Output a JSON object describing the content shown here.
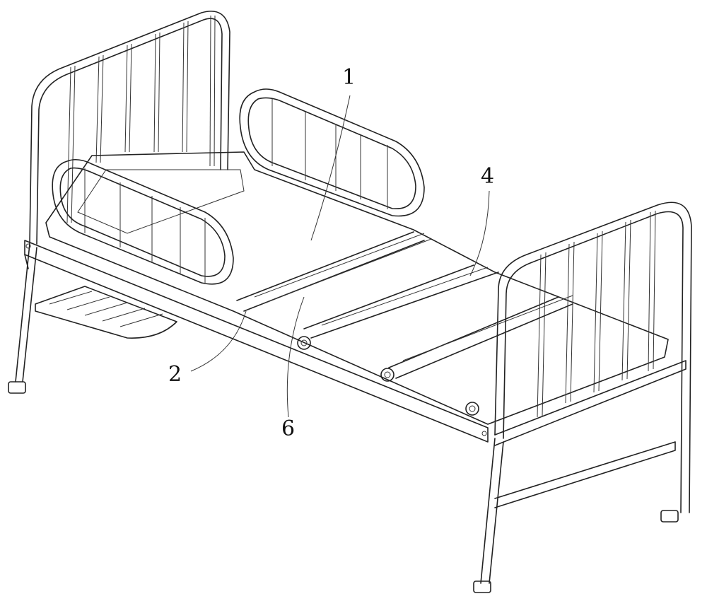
{
  "figure": {
    "subject": "bed",
    "labels": [
      {
        "id": "label-1",
        "text": "1"
      },
      {
        "id": "label-4",
        "text": "4"
      },
      {
        "id": "label-2",
        "text": "2"
      },
      {
        "id": "label-6",
        "text": "6"
      }
    ],
    "colors": {
      "line": "#222222",
      "background": "#ffffff"
    }
  }
}
